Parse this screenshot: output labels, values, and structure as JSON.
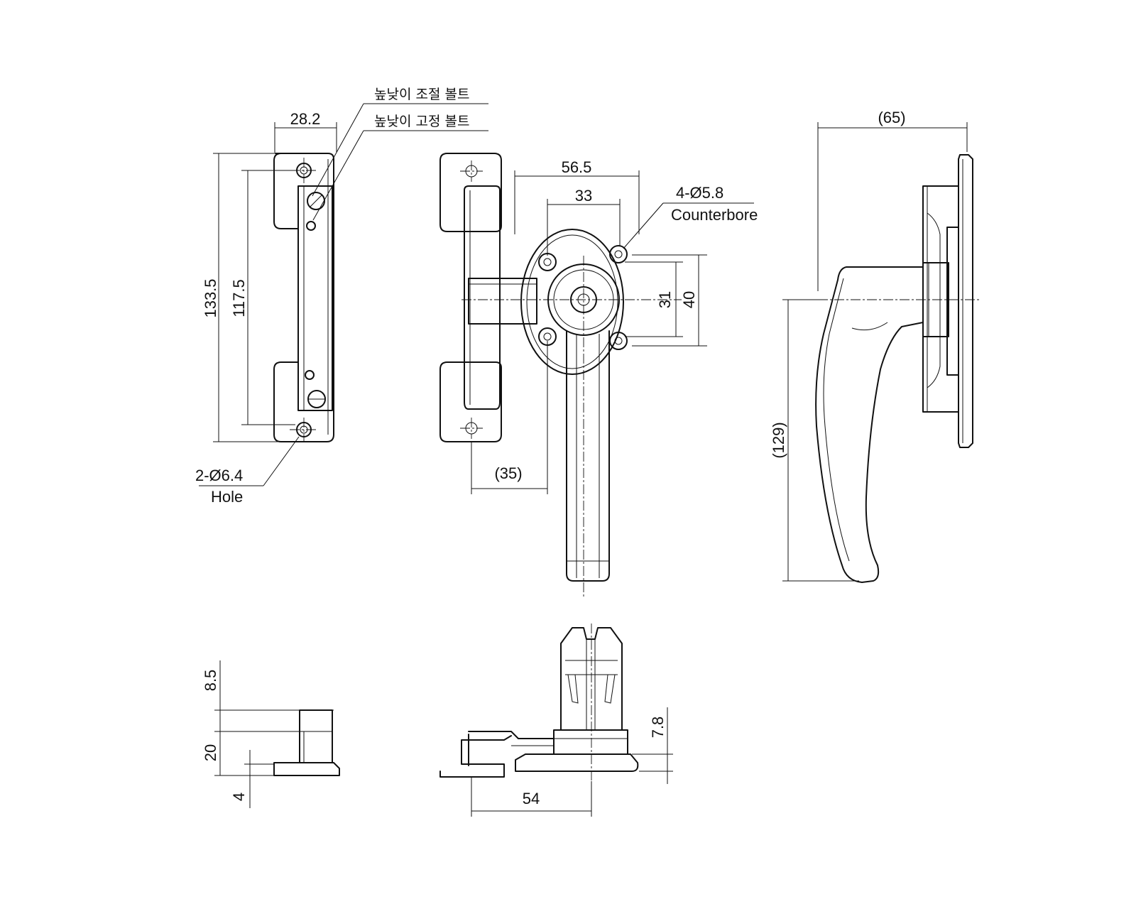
{
  "callouts": {
    "height_adjust_bolt": "높낮이 조절 볼트",
    "height_fix_bolt": "높낮이 고정 볼트",
    "counterbore_qty": "4-Ø5.8",
    "counterbore_text": "Counterbore",
    "hole_qty": "2-Ø6.4",
    "hole_text": "Hole"
  },
  "dimensions": {
    "keeper_width": "28.2",
    "keeper_overall_height": "133.5",
    "keeper_hole_pitch": "117.5",
    "base_width": "56.5",
    "base_hole_pitch_h": "33",
    "base_hole_pitch_v": "31",
    "base_height": "40",
    "keeper_offset": "(35)",
    "side_depth": "(65)",
    "handle_length": "(129)",
    "keeper_top": "8.5",
    "keeper_body": "20",
    "keeper_base": "4",
    "base_thickness": "7.8",
    "base_span": "54"
  }
}
